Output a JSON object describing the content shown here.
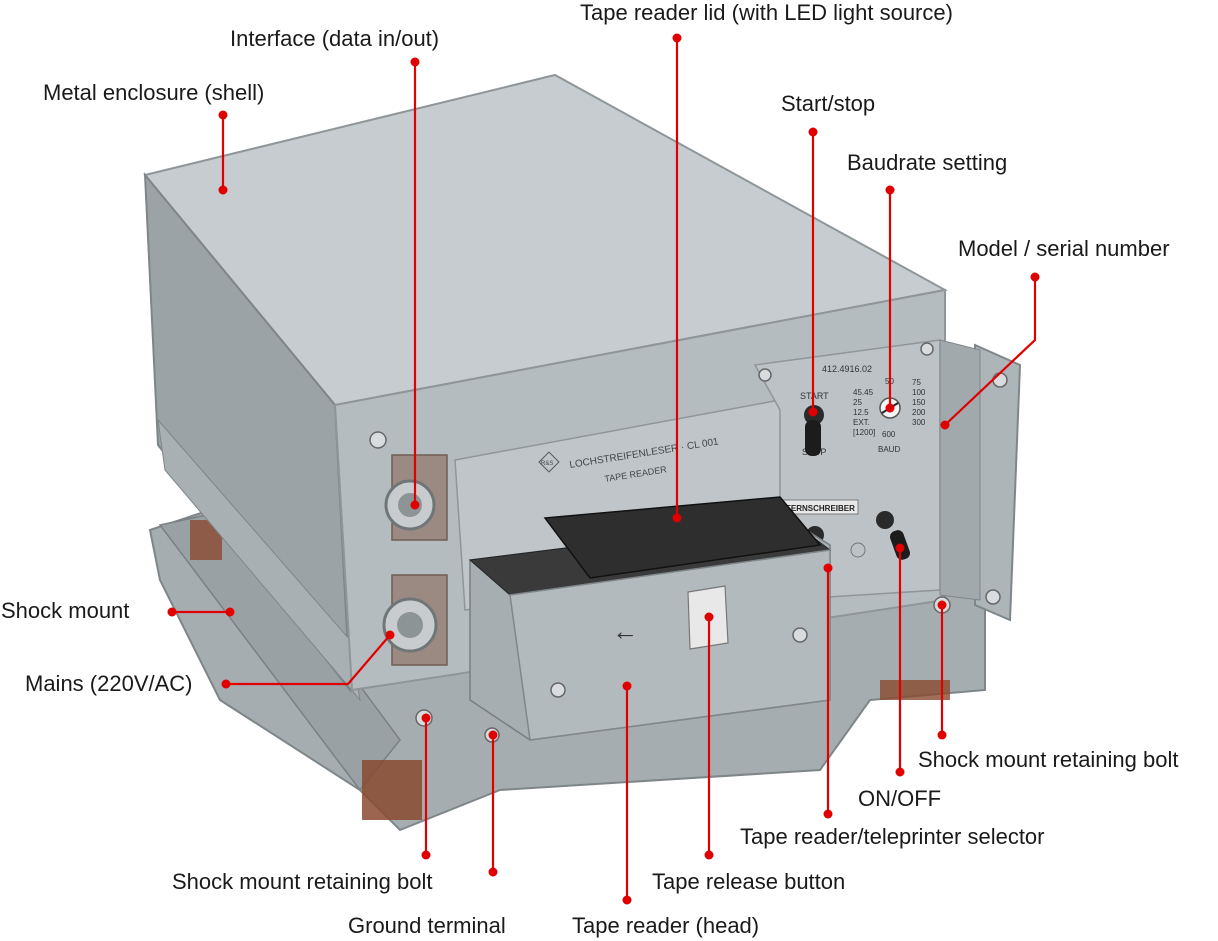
{
  "device": {
    "model_text": "412.4916.02",
    "title_line1": "LOCHSTREIFENLESER · CL 001",
    "title_line2": "TAPE READER",
    "logo_text": "R&S",
    "start_text": "START",
    "stop_text": "STOP",
    "baud_text": "BAUD",
    "fernschreiber_text": "FERNSCHREIBER",
    "baud_left": [
      "45.45",
      "25",
      "12.5",
      "EXT.",
      "[1200]"
    ],
    "baud_right": [
      "75",
      "100",
      "150",
      "200",
      "300"
    ],
    "baud_top": "50",
    "baud_bottom": "600",
    "arrow_glyph": "←"
  },
  "labels": {
    "lid": "Tape reader lid (with LED light source)",
    "interface": "Interface (data in/out)",
    "enclosure": "Metal enclosure (shell)",
    "startstop": "Start/stop",
    "baudrate": "Baudrate setting",
    "model": "Model / serial number",
    "shockmount": "Shock mount",
    "mains": "Mains (220V/AC)",
    "retain_right": "Shock mount retaining bolt",
    "onoff": "ON/OFF",
    "selector": "Tape reader/teleprinter selector",
    "retain_left": "Shock mount retaining bolt",
    "release": "Tape release button",
    "ground": "Ground terminal",
    "head": "Tape reader (head)"
  },
  "colors": {
    "leader": "#e00000",
    "body": "#b5bcc0",
    "body_light": "#c6ccd0",
    "body_dark": "#9ca3a7",
    "reader_top": "#3a3a3a",
    "rubber": "#8a4a30"
  }
}
